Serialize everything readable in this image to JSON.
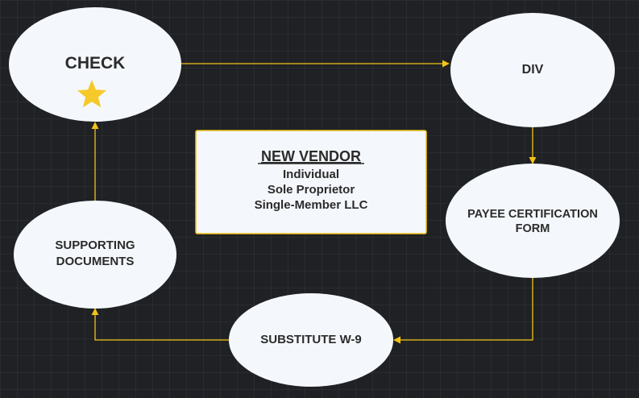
{
  "diagram": {
    "nodes": {
      "check": {
        "label": "CHECK"
      },
      "div": {
        "label": "DIV"
      },
      "payee": {
        "line1": "PAYEE CERTIFICATION",
        "line2": "FORM"
      },
      "substitute": {
        "label": "SUBSTITUTE W-9"
      },
      "supporting": {
        "line1": "SUPPORTING",
        "line2": "DOCUMENTS"
      }
    },
    "vendor_box": {
      "title": "NEW VENDOR",
      "lines": [
        "Individual",
        "Sole Proprietor",
        "Single-Member LLC"
      ]
    },
    "colors": {
      "background": "#1f2124",
      "node_fill": "#f4f8fc",
      "connector": "#f2c318",
      "box_border": "#f2c318",
      "star": "#f6c92a",
      "text": "#2b2b2b"
    },
    "icons": {
      "check_marker": "star-icon"
    }
  }
}
